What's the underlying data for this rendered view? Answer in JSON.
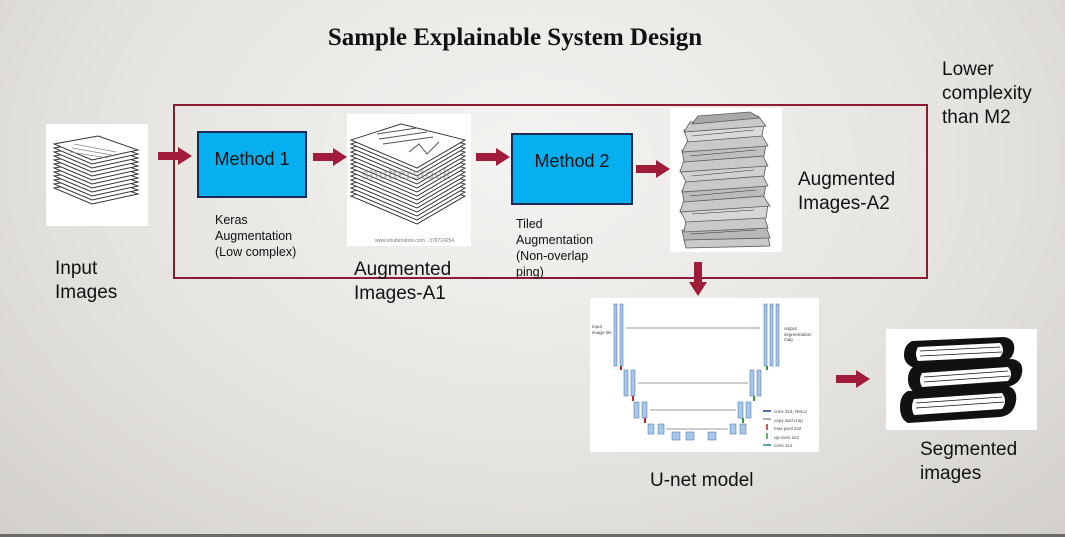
{
  "title": "Sample Explainable System Design",
  "note": "Lower complexity than M2",
  "input": {
    "label": "Input Images"
  },
  "method1": {
    "label": "Method 1",
    "caption": "Keras Augmentation (Low complex)"
  },
  "augmented1": {
    "label": "Augmented Images-A1",
    "watermark": "shutterstock",
    "credit": "www.shutterstock.com · 379724254"
  },
  "method2": {
    "label": "Method 2",
    "caption": "Tiled Augmentation (Non-overlap ping)"
  },
  "augmented2": {
    "label": "Augmented Images-A2"
  },
  "unet": {
    "label": "U-net model",
    "input_label": "input image tile",
    "output_label": "output segmentation map",
    "legend": [
      "conv 3x3, ReLU",
      "copy and crop",
      "max pool 2x2",
      "up-conv 2x2",
      "conv 1x1"
    ]
  },
  "segmented": {
    "label": "Segmented images"
  },
  "colors": {
    "frame": "#8b1a33",
    "arrow": "#a01c3a",
    "method_fill": "#06aff0",
    "method_border": "#1a2a55"
  }
}
